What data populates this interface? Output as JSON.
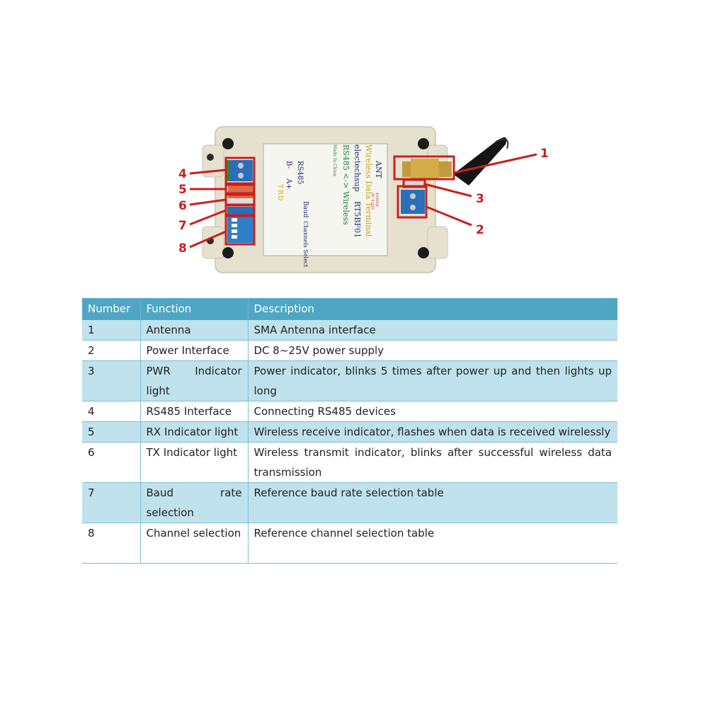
{
  "device": {
    "panel_lines": [
      "Wireless Data Terminal",
      "electechsup",
      "RT5BF01",
      "RS485 <-> Wireless",
      "Made In China"
    ],
    "labels": {
      "ant": "ANT",
      "power": "POWER",
      "power_spec": "DC 8-25V",
      "rs485": "RS485",
      "b_minus": "B-",
      "a_plus": "A+",
      "baud": "Baud",
      "channel_select": "Channels Select",
      "led_letters": [
        "T",
        "R",
        "D"
      ]
    },
    "callouts": [
      "1",
      "2",
      "3",
      "4",
      "5",
      "6",
      "7",
      "8"
    ]
  },
  "table": {
    "headers": {
      "number": "Number",
      "function": "Function",
      "description": "Description"
    },
    "rows": [
      {
        "number": "1",
        "function": "Antenna",
        "description": "SMA Antenna interface"
      },
      {
        "number": "2",
        "function": "Power Interface",
        "description": "DC 8~25V power supply"
      },
      {
        "number": "3",
        "function": "PWR Indicator light",
        "description": "Power indicator, blinks 5 times after power up and then lights up long"
      },
      {
        "number": "4",
        "function": "RS485 Interface",
        "description": "Connecting RS485 devices"
      },
      {
        "number": "5",
        "function": "RX Indicator light",
        "description": "Wireless receive indicator, flashes when data is received wirelessly"
      },
      {
        "number": "6",
        "function": "TX Indicator light",
        "description": "Wireless transmit indicator, blinks after successful wireless data transmission"
      },
      {
        "number": "7",
        "function": "Baud rate selection",
        "description": "Reference baud rate selection table"
      },
      {
        "number": "8",
        "function": "Channel selection",
        "description": "Reference channel selection table"
      }
    ]
  },
  "colors": {
    "header_bg": "#4fa6c4",
    "row_odd_bg": "#bfe2ec",
    "callout_red": "#c8201e",
    "enclosure": "#e8e3d0"
  }
}
